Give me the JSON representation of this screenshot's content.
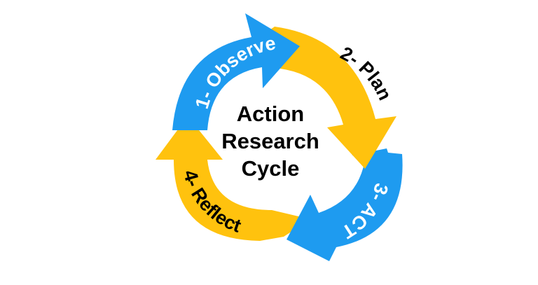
{
  "diagram": {
    "center_lines": [
      "Action",
      "Research",
      "Cycle"
    ],
    "stages": [
      {
        "label": "1- Observe",
        "color": "#1E9BF0",
        "text_color": "#FFFFFF"
      },
      {
        "label": "2- Plan",
        "color": "#FFC20E",
        "text_color": "#000000"
      },
      {
        "label": "3- ACT",
        "color": "#1E9BF0",
        "text_color": "#FFFFFF"
      },
      {
        "label": "4- Reflect",
        "color": "#FFC20E",
        "text_color": "#000000"
      }
    ],
    "background": "#FFFFFF"
  }
}
